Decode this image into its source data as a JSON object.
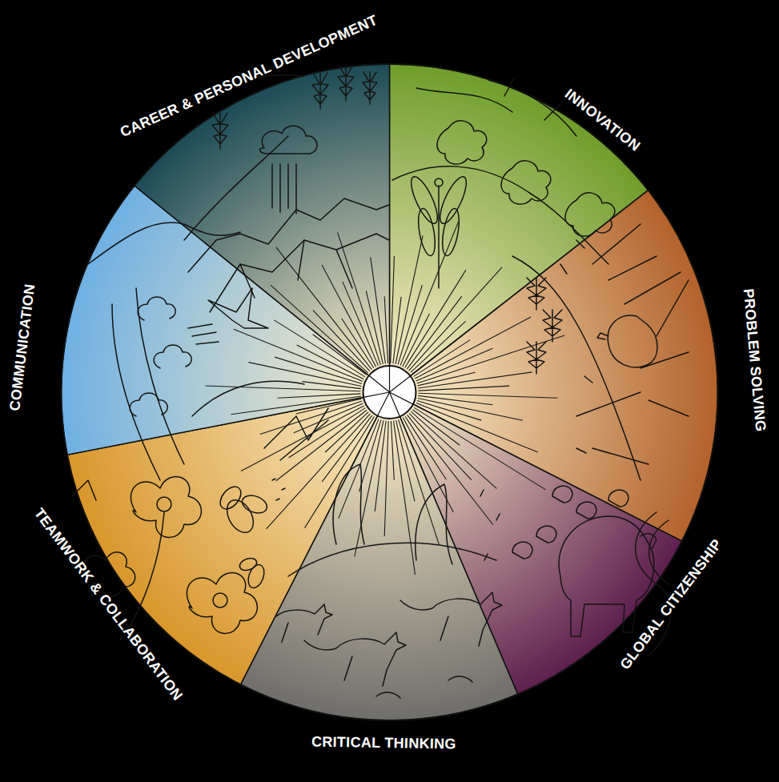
{
  "diagram": {
    "labels": [
      "CAREER & PERSONAL DEVELOPMENT",
      "INNOVATION",
      "PROBLEM SOLVING",
      "GLOBAL CITIZENSHIP",
      "CRITICAL THINKING",
      "TEAMWORK & COLLABORATION",
      "COMMUNICATION"
    ]
  }
}
